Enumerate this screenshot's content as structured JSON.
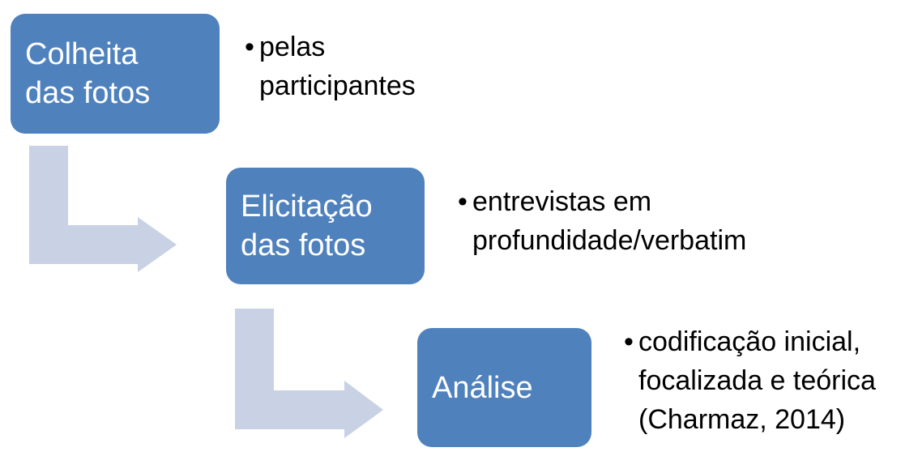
{
  "colors": {
    "box_fill": "#4f81bd",
    "box_text": "#ffffff",
    "arrow_fill": "#c8d2e4",
    "detail_text": "#000000"
  },
  "steps": [
    {
      "title_lines": [
        "Colheita",
        "das fotos"
      ],
      "bullet_symbol": "•",
      "detail_lines": [
        "pelas",
        "participantes"
      ]
    },
    {
      "title_lines": [
        "Elicitação",
        "das fotos"
      ],
      "bullet_symbol": "•",
      "detail_lines": [
        "entrevistas em",
        "profundidade/verbatim"
      ]
    },
    {
      "title_lines": [
        "Análise"
      ],
      "bullet_symbol": "•",
      "detail_lines": [
        "codificação inicial,",
        "focalizada e teórica",
        "(Charmaz, 2014)"
      ]
    }
  ]
}
